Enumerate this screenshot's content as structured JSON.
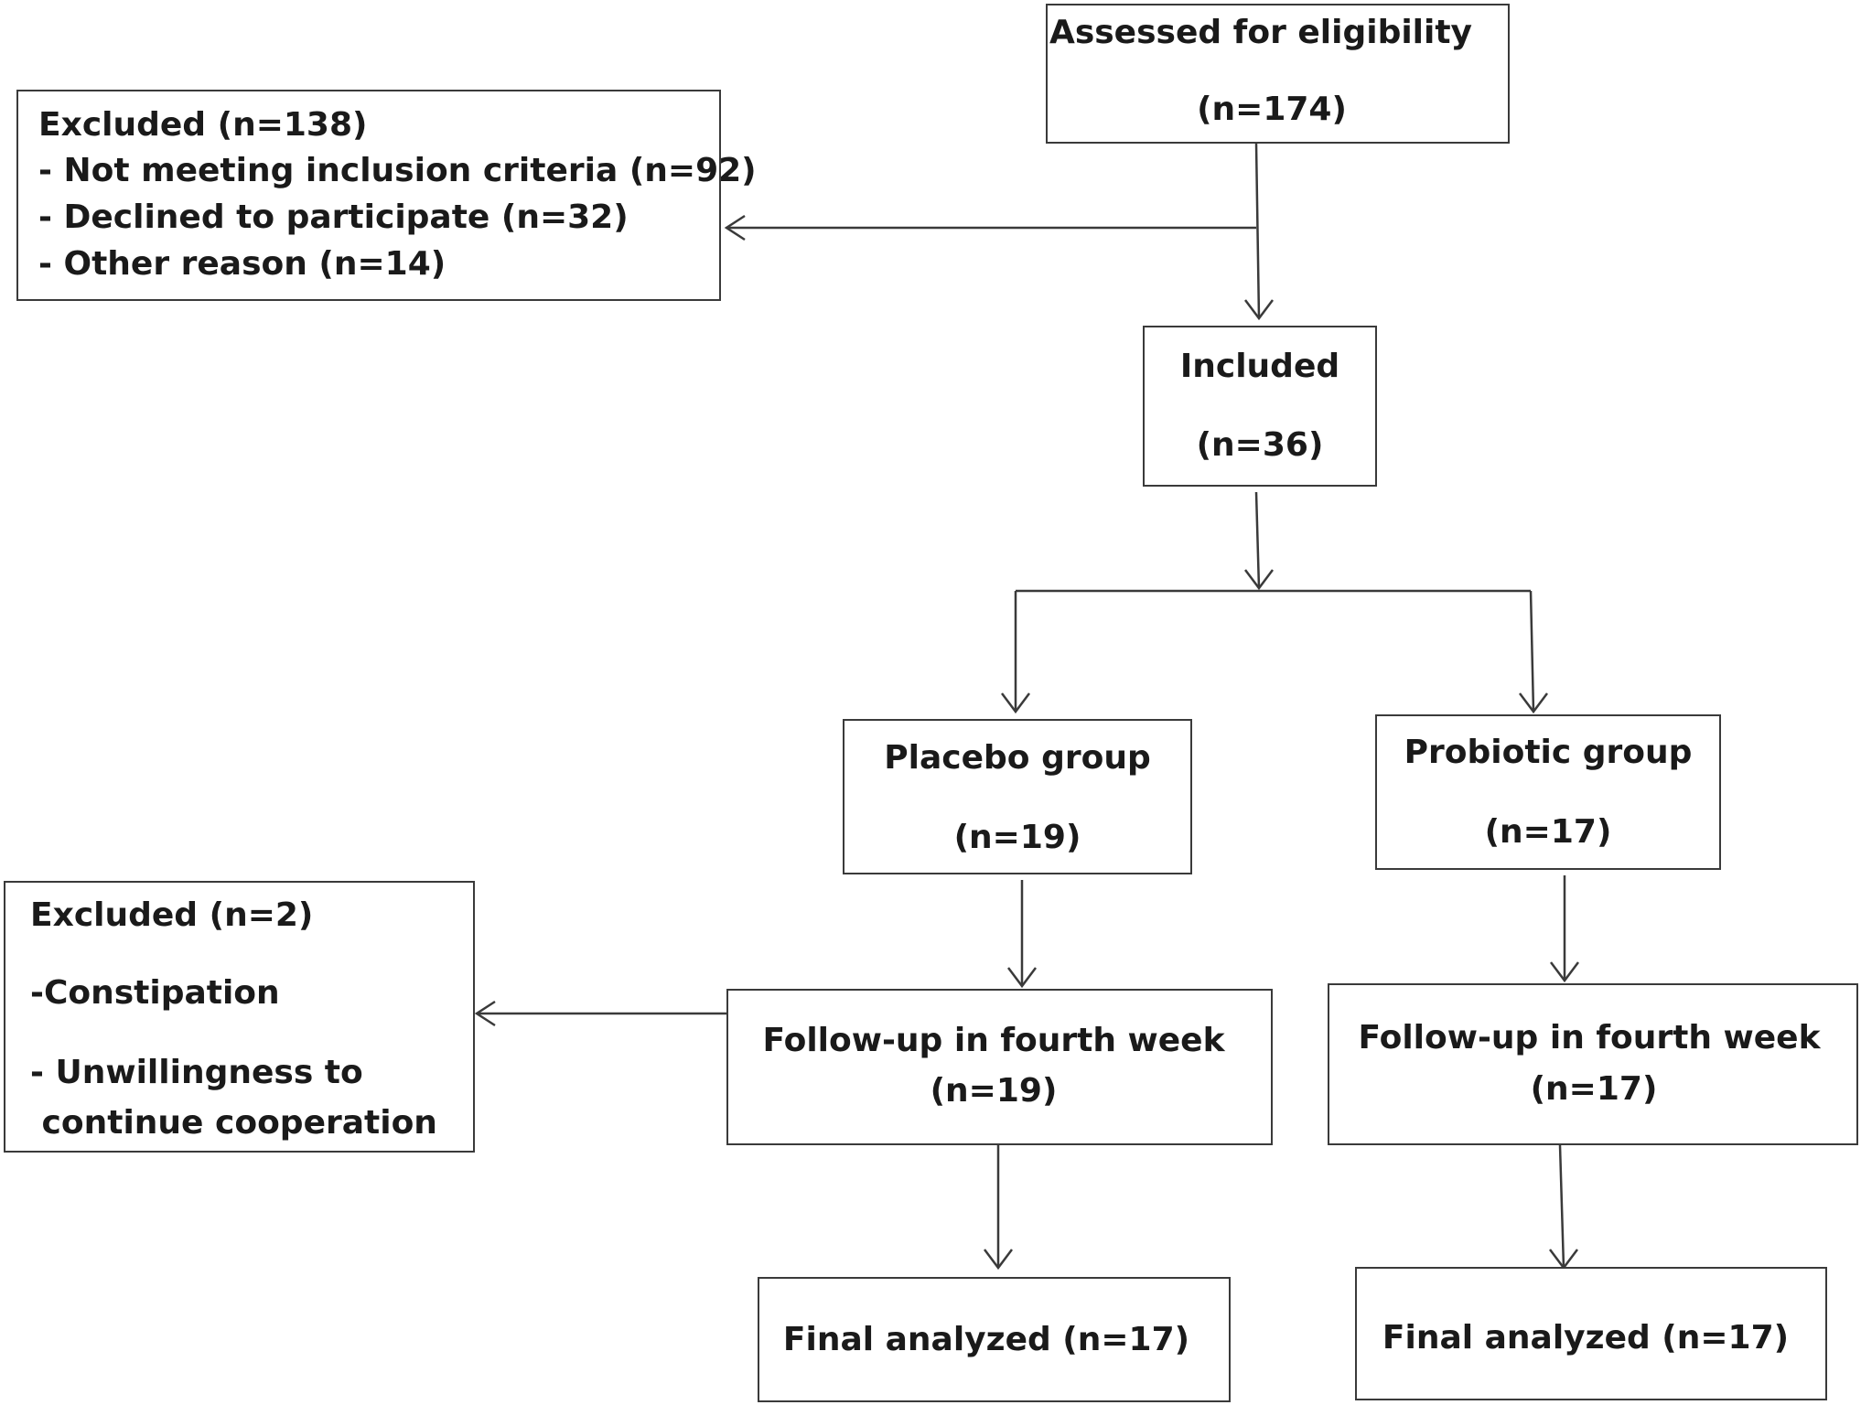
{
  "colors": {
    "line": "#3a3a3a",
    "text": "#1a1a1a",
    "background": "#ffffff"
  },
  "assessed": {
    "title": "Assessed for eligibility",
    "count": "(n=174)"
  },
  "excluded_top": {
    "title": "Excluded (n=138)",
    "items": [
      "- Not meeting inclusion criteria (n=92)",
      "- Declined to participate (n=32)",
      "- Other reason (n=14)"
    ]
  },
  "included": {
    "title": "Included",
    "count": "(n=36)"
  },
  "placebo": {
    "title": "Placebo group",
    "count": "(n=19)"
  },
  "probiotic": {
    "title": "Probiotic group",
    "count": "(n=17)"
  },
  "excluded_bottom": {
    "title": "Excluded (n=2)",
    "items": [
      "-Constipation",
      "- Unwillingness to",
      " continue cooperation"
    ]
  },
  "followup_placebo": {
    "title": "Follow-up in fourth week",
    "count": "(n=19)"
  },
  "followup_probiotic": {
    "title": "Follow-up in fourth week",
    "count": "(n=17)"
  },
  "final_placebo": {
    "label": "Final analyzed (n=17)"
  },
  "final_probiotic": {
    "label": "Final analyzed (n=17)"
  }
}
